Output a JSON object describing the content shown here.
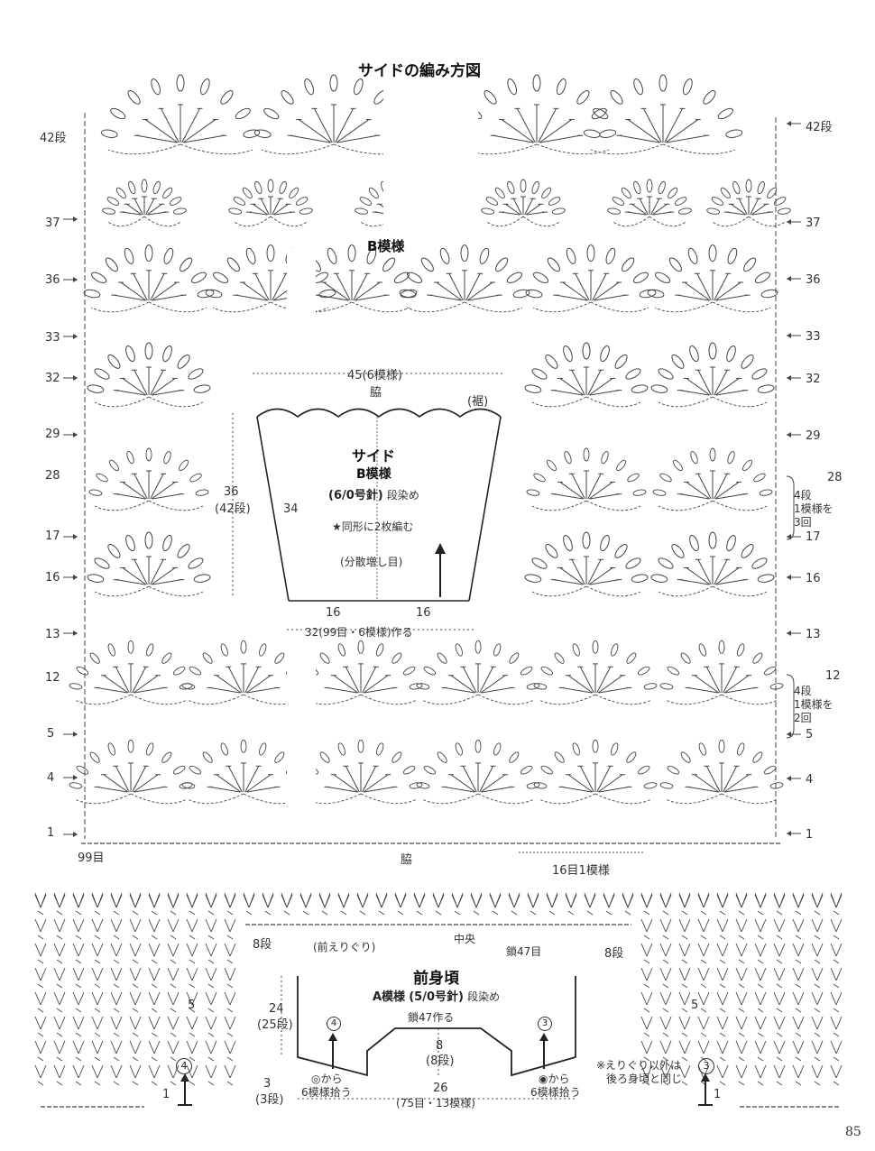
{
  "side_chart": {
    "title": "サイドの編み方図",
    "pattern_label": "B模様",
    "left_rows": [
      "42段",
      "37",
      "36",
      "33",
      "32",
      "29",
      "28",
      "17",
      "16",
      "13",
      "12",
      "5",
      "4",
      "1"
    ],
    "right_rows": [
      "42段",
      "37",
      "36",
      "33",
      "32",
      "29",
      "28",
      "17",
      "16",
      "13",
      "12",
      "5",
      "4",
      "1"
    ],
    "repeat_upper": [
      "4段",
      "1模様を",
      "3回"
    ],
    "repeat_lower": [
      "4段",
      "1模様を",
      "2回"
    ],
    "bottom_stitches": "99目",
    "side_mark": "脇",
    "repeat_width": "16目1模様"
  },
  "side_schematic": {
    "top_width": "45(6模様)",
    "side_mark": "脇",
    "hem": "(裾)",
    "piece_name": "サイド",
    "pattern": "B模様",
    "needle": "(6/0号針)",
    "dye": "段染め",
    "note": "★同形に2枚編む",
    "increase": "(分散増し目)",
    "height_cm": "36",
    "height_rows": "(42段)",
    "slant_length": "34",
    "half_left": "16",
    "half_right": "16",
    "bottom_width": "32(99目・6模様)作る"
  },
  "front_chart": {
    "row8_left": "8段",
    "row8_right": "8段",
    "row5_left": "5",
    "row5_right": "5",
    "row1_left": "1",
    "row1_right": "1",
    "neckline": "(前えりぐり)",
    "center": "中央",
    "chain": "鎖47目",
    "marker_left": "4",
    "marker_right": "3"
  },
  "front_schematic": {
    "title": "前身頃",
    "pattern": "A模様",
    "needle": "(5/0号針)",
    "dye": "段染め",
    "chain_make": "鎖47作る",
    "height_cm": "24",
    "height_rows": "(25段)",
    "lower_cm": "3",
    "lower_rows": "(3段)",
    "neck_cm": "8",
    "neck_rows": "(8段)",
    "width_cm": "26",
    "width_detail": "(75目・13模様)",
    "marker_left": "4",
    "marker_right": "3",
    "pickup_left_1": "◎から",
    "pickup_left_2": "6模様拾う",
    "pickup_right_1": "◉から",
    "pickup_right_2": "6模様拾う",
    "note_1": "※えりぐり以外は",
    "note_2": "後ろ身頃と同じ"
  },
  "page_number": "85"
}
